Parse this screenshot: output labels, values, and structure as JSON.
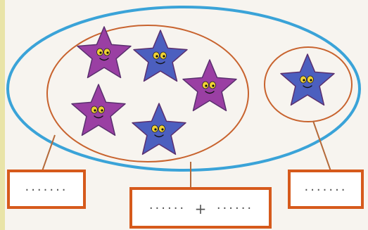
{
  "colors": {
    "background": "#f7f4ef",
    "outer_ellipse": "#3aa3d8",
    "group_ellipse": "#c8632e",
    "connector": "#b56a3a",
    "answer_box": "#d65a1c",
    "dots": "#555555",
    "purple_star": "#9a3fa3",
    "blue_star": "#4c5fbf",
    "star_outline": "#5a2f6e",
    "star_face": "#f0d234"
  },
  "groups": [
    {
      "name": "left-group",
      "stars": [
        {
          "color": "purple"
        },
        {
          "color": "blue"
        },
        {
          "color": "purple"
        },
        {
          "color": "purple"
        },
        {
          "color": "blue"
        }
      ]
    },
    {
      "name": "right-group",
      "stars": [
        {
          "color": "blue"
        }
      ]
    }
  ],
  "answer_boxes": {
    "left": {
      "blank": "·······"
    },
    "center": {
      "blank_left": "······",
      "operator": "+",
      "blank_right": "······"
    },
    "right": {
      "blank": "·······"
    }
  }
}
